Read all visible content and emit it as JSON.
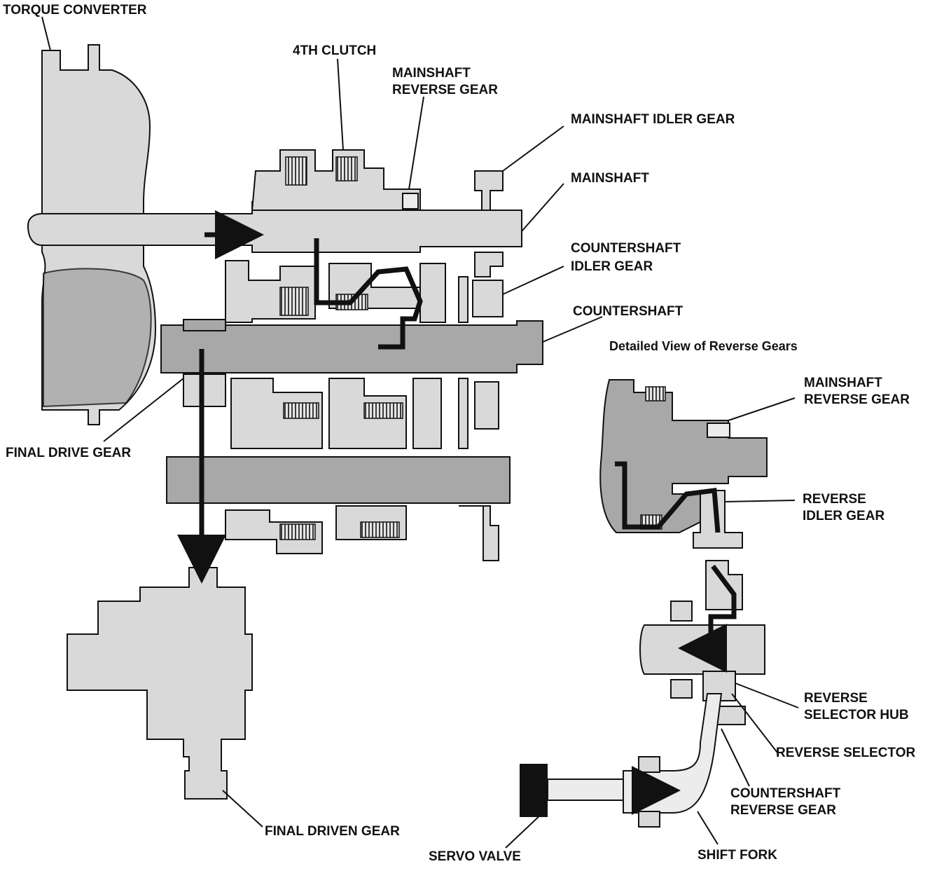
{
  "diagram": {
    "labels": {
      "torque_converter": "TORQUE CONVERTER",
      "fourth_clutch": "4TH CLUTCH",
      "mainshaft_reverse_gear_1": "MAINSHAFT",
      "mainshaft_reverse_gear_2": "REVERSE GEAR",
      "mainshaft_idler_gear": "MAINSHAFT IDLER GEAR",
      "mainshaft": "MAINSHAFT",
      "countershaft_idler_gear_1": "COUNTERSHAFT",
      "countershaft_idler_gear_2": "IDLER GEAR",
      "countershaft": "COUNTERSHAFT",
      "detailed_view_title": "Detailed View of Reverse Gears",
      "final_drive_gear": "FINAL DRIVE GEAR",
      "detail_mainshaft_reverse_gear_1": "MAINSHAFT",
      "detail_mainshaft_reverse_gear_2": "REVERSE GEAR",
      "reverse_idler_gear_1": "REVERSE",
      "reverse_idler_gear_2": "IDLER GEAR",
      "reverse_selector_hub_1": "REVERSE",
      "reverse_selector_hub_2": "SELECTOR HUB",
      "reverse_selector": "REVERSE SELECTOR",
      "countershaft_reverse_gear_1": "COUNTERSHAFT",
      "countershaft_reverse_gear_2": "REVERSE GEAR",
      "final_driven_gear": "FINAL DRIVEN GEAR",
      "servo_valve": "SERVO VALVE",
      "shift_fork": "SHIFT FORK"
    },
    "colors": {
      "ink": "#111111",
      "fill": "#d9d9d9",
      "fill_dark": "#a8a8a8",
      "paper": "#ffffff"
    }
  }
}
